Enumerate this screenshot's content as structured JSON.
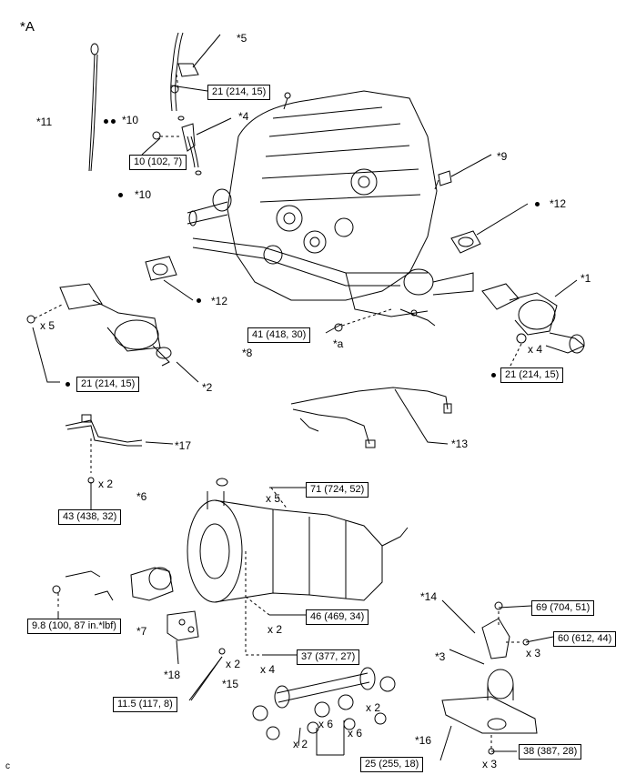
{
  "figure_label": "*A",
  "footer_code": "c",
  "callouts": {
    "p1": "*1",
    "p2": "*2",
    "p3": "*3",
    "p4": "*4",
    "p5": "*5",
    "p6": "*6",
    "p7": "*7",
    "p8": "*8",
    "p9": "*9",
    "p10a": "*10",
    "p10b": "*10",
    "p11": "*11",
    "p12a": "*12",
    "p12b": "*12",
    "p13": "*13",
    "p14": "*14",
    "p15": "*15",
    "p16": "*16",
    "p17": "*17",
    "p18": "*18",
    "pa": "*a"
  },
  "torques": {
    "t_p5": "21 (214, 15)",
    "t_p4": "10 (102, 7)",
    "t_p8": "41 (418, 30)",
    "t_p2": "21 (214, 15)",
    "t_p1": "21 (214, 15)",
    "t_p17": "43 (438, 32)",
    "t_p6top": "71 (724, 52)",
    "t_p7": "9.8 (100, 87 in.*lbf)",
    "t_p6bot": "46 (469, 34)",
    "t_p18a": "37 (377, 27)",
    "t_p18b": "11.5 (117, 8)",
    "t_p14a": "69 (704, 51)",
    "t_p14b": "60 (612, 44)",
    "t_p15": "25 (255, 18)",
    "t_p16": "38 (387, 28)"
  },
  "quantities": {
    "q_x5_left": "x 5",
    "q_x4_right": "x 4",
    "q_x2_p17": "x 2",
    "q_x5_trans": "x 5",
    "q_x2_trans": "x 2",
    "q_x4_trans": "x 4",
    "q_x2_p18": "x 2",
    "q_x3_p14": "x 3",
    "q_x3_p16": "x 3",
    "q_x2_p15a": "x 2",
    "q_x6_p15a": "x 6",
    "q_x6_p15b": "x 6",
    "q_x2_p15b": "x 2"
  }
}
